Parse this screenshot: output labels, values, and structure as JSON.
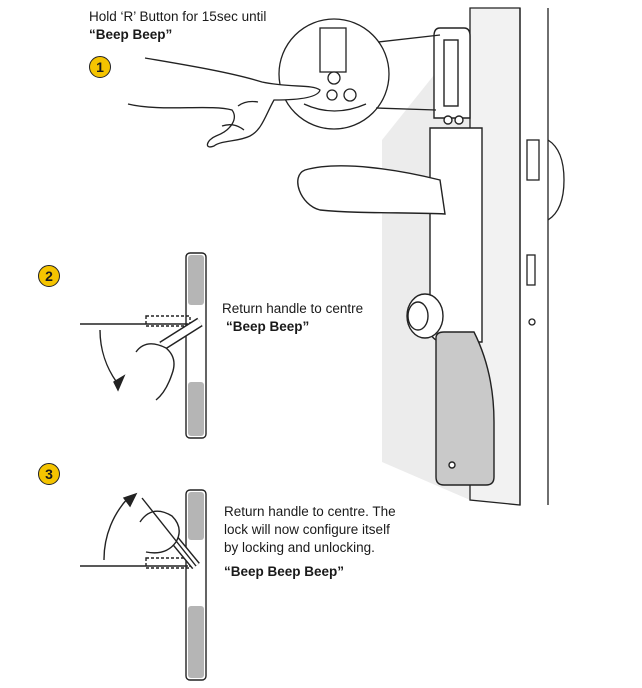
{
  "colors": {
    "badge_fill": "#f5c400",
    "handle_grey": "#b5b5b5",
    "door_shade": "#e8e8e8"
  },
  "steps": [
    {
      "number": "1",
      "instruction": "Hold ‘R’ Button for 15sec until",
      "sound": "“Beep Beep”"
    },
    {
      "number": "2",
      "instruction": "Return handle to centre",
      "sound": "“Beep Beep”"
    },
    {
      "number": "3",
      "instruction_lines": [
        "Return handle to centre. The",
        "lock will now configure itself",
        "by locking and unlocking."
      ],
      "sound": "“Beep Beep Beep”"
    }
  ]
}
